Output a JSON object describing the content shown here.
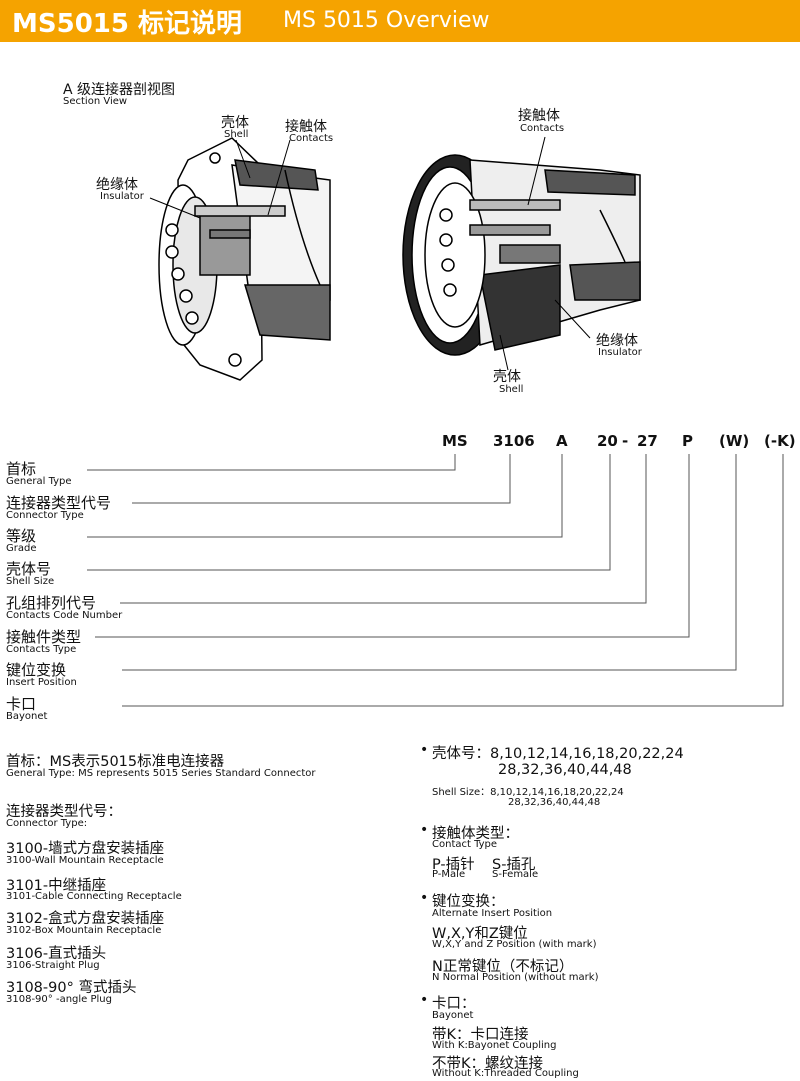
{
  "header": {
    "title_cn": "MS5015 标记说明",
    "title_en": "MS 5015 Overview",
    "bg_color": "#f5a300"
  },
  "section_view": {
    "title_cn": "A 级连接器剖视图",
    "title_en": "Section View",
    "left": {
      "shell_cn": "壳体",
      "shell_en": "Shell",
      "contacts_cn": "接触体",
      "contacts_en": "Contacts",
      "insulator_cn": "绝缘体",
      "insulator_en": "Insulator"
    },
    "right": {
      "contacts_cn": "接触体",
      "contacts_en": "Contacts",
      "insulator_cn": "绝缘体",
      "insulator_en": "Insulator",
      "shell_cn": "壳体",
      "shell_en": "Shell"
    }
  },
  "code": {
    "ms": "MS",
    "type": "3106",
    "grade": "A",
    "size": "20",
    "dash": "-",
    "arr": "27",
    "contact": "P",
    "pos": "(W)",
    "bayonet": "(-K)"
  },
  "code_labels": [
    {
      "cn": "首标",
      "en": "General Type"
    },
    {
      "cn": "连接器类型代号",
      "en": "Connector Type"
    },
    {
      "cn": "等级",
      "en": "Grade"
    },
    {
      "cn": "壳体号",
      "en": "Shell Size"
    },
    {
      "cn": "孔组排列代号",
      "en": "Contacts Code Number"
    },
    {
      "cn": "接触件类型",
      "en": "Contacts Type"
    },
    {
      "cn": "键位变换",
      "en": "Insert Position"
    },
    {
      "cn": "卡口",
      "en": "Bayonet"
    }
  ],
  "left_col": {
    "general_cn": "首标：MS表示5015标准电连接器",
    "general_en": "General Type: MS represents 5015 Series Standard Connector",
    "conn_type_cn": "连接器类型代号：",
    "conn_type_en": "Connector Type:",
    "types": [
      {
        "cn": "3100-墙式方盘安装插座",
        "en": "3100-Wall Mountain Receptacle"
      },
      {
        "cn": "3101-中继插座",
        "en": "3101-Cable Connecting Receptacle"
      },
      {
        "cn": "3102-盒式方盘安装插座",
        "en": "3102-Box Mountain Receptacle"
      },
      {
        "cn": "3106-直式插头",
        "en": "3106-Straight Plug"
      },
      {
        "cn": "3108-90° 弯式插头",
        "en": "3108-90° -angle Plug"
      }
    ]
  },
  "right_col": {
    "bullet": "•",
    "shell_cn_1": "壳体号：8,10,12,14,16,18,20,22,24",
    "shell_cn_2": "28,32,36,40,44,48",
    "shell_en_1": "Shell Size：8,10,12,14,16,18,20,22,24",
    "shell_en_2": "28,32,36,40,44,48",
    "contact_cn": "接触体类型：",
    "contact_en": "Contact Type",
    "p_cn": "P-插针",
    "s_cn": "S-插孔",
    "p_en": "P-Male",
    "s_en": "S-Female",
    "alt_cn": "键位变换：",
    "alt_en": "Alternate Insert Position",
    "wxyz_cn": "W,X,Y和Z键位",
    "wxyz_en": "W,X,Y and Z Position (with mark)",
    "n_cn": "N正常键位（不标记）",
    "n_en": "N Normal Position (without mark)",
    "bay_cn": "卡口：",
    "bay_en": "Bayonet",
    "withk_cn": "带K：卡口连接",
    "withk_en": "With K:Bayonet Coupling",
    "withoutk_cn": "不带K：螺纹连接",
    "withoutk_en": "Without K:Threaded Coupling"
  }
}
